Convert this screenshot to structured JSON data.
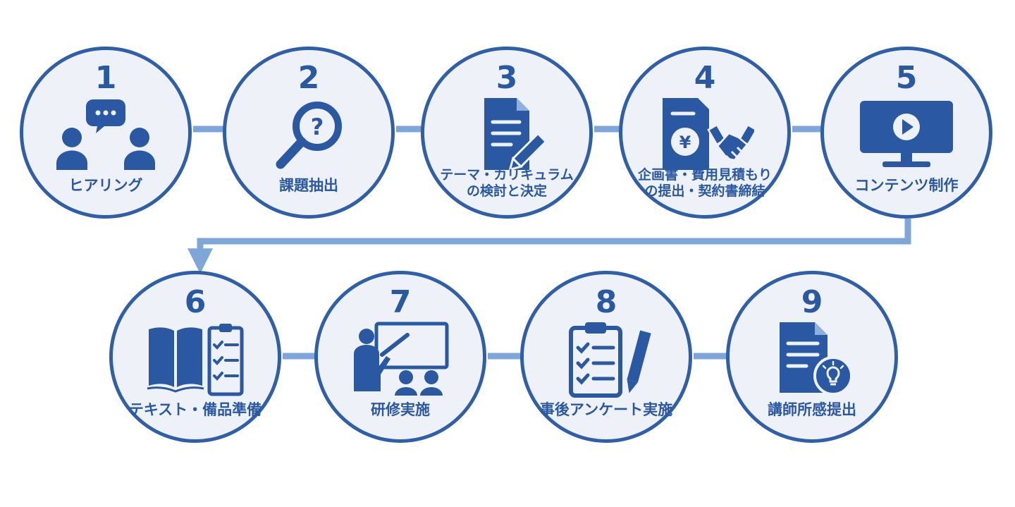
{
  "steps": [
    {
      "number": "1",
      "label": "ヒアリング",
      "icon": "hearing-people-speech-icon"
    },
    {
      "number": "2",
      "label": "課題抽出",
      "icon": "magnifier-question-icon"
    },
    {
      "number": "3",
      "label": "テーマ・カリキュラム\nの検討と決定",
      "icon": "document-pen-icon"
    },
    {
      "number": "4",
      "label": "企画書・費用見積もり\nの提出・契約書締結",
      "icon": "yen-document-handshake-icon"
    },
    {
      "number": "5",
      "label": "コンテンツ制作",
      "icon": "monitor-play-icon"
    },
    {
      "number": "6",
      "label": "テキスト・備品準備",
      "icon": "book-checklist-icon"
    },
    {
      "number": "7",
      "label": "研修実施",
      "icon": "presenter-audience-icon"
    },
    {
      "number": "8",
      "label": "事後アンケート実施",
      "icon": "clipboard-pencil-icon"
    },
    {
      "number": "9",
      "label": "講師所感提出",
      "icon": "document-lightbulb-icon"
    }
  ],
  "colors": {
    "primary": "#2a58a3",
    "circle_fill": "#eef2f8",
    "arrow": "#7fa6d9",
    "yen_symbol": "¥"
  }
}
